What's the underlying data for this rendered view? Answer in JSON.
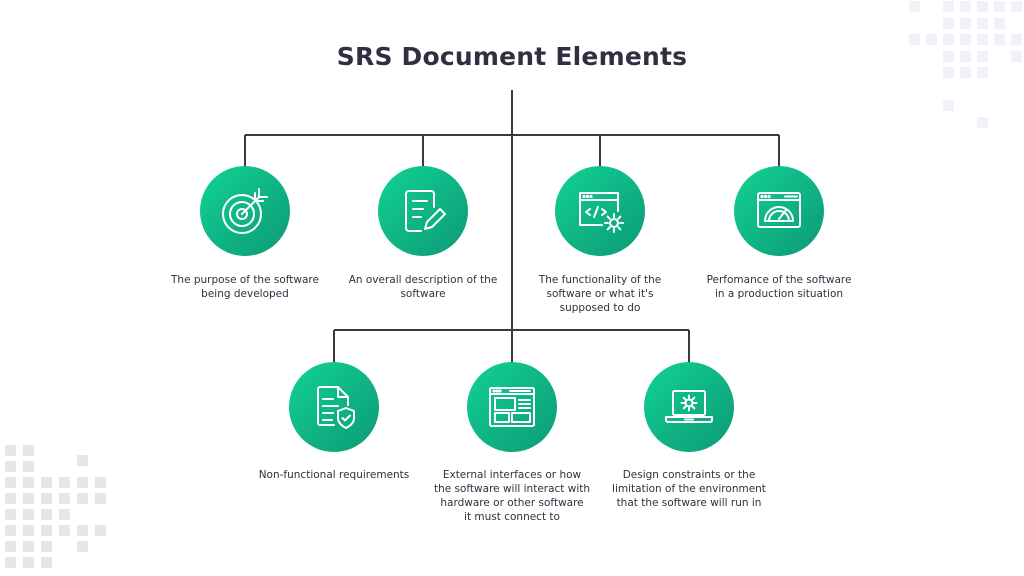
{
  "title": "SRS Document Elements",
  "colors": {
    "accent_start": "#12d394",
    "accent_end": "#0e9a76",
    "line": "#3a3a3a",
    "text": "#2f3140"
  },
  "top_row": [
    {
      "icon": "target-icon",
      "label": "The purpose of the software being developed",
      "lines": [
        "The purpose of the software",
        "being developed"
      ]
    },
    {
      "icon": "document-edit-icon",
      "label": "An overall description of the software",
      "lines": [
        "An overall description of the",
        "software"
      ]
    },
    {
      "icon": "code-window-gear-icon",
      "label": "The functionality of the software or what it's supposed to do",
      "lines": [
        "The functionality of the",
        "software or what it's",
        "supposed to do"
      ]
    },
    {
      "icon": "speedometer-window-icon",
      "label": "Perfomance of the software in a production situation",
      "lines": [
        "Perfomance of the software",
        "in a production situation"
      ]
    }
  ],
  "bottom_row": [
    {
      "icon": "document-shield-icon",
      "label": "Non-functional requirements",
      "lines": [
        "Non-functional requirements"
      ]
    },
    {
      "icon": "interface-layout-icon",
      "label": "External interfaces or how the software will interact with hardware or other software it must connect to",
      "lines": [
        "External interfaces or how",
        "the software will interact with",
        "hardware or other software",
        "it must connect to"
      ]
    },
    {
      "icon": "laptop-gear-icon",
      "label": "Design constraints or the limitation of the environment that the software will run in",
      "lines": [
        "Design constraints or the",
        "limitation of the environment",
        "that the software will run in"
      ]
    }
  ]
}
